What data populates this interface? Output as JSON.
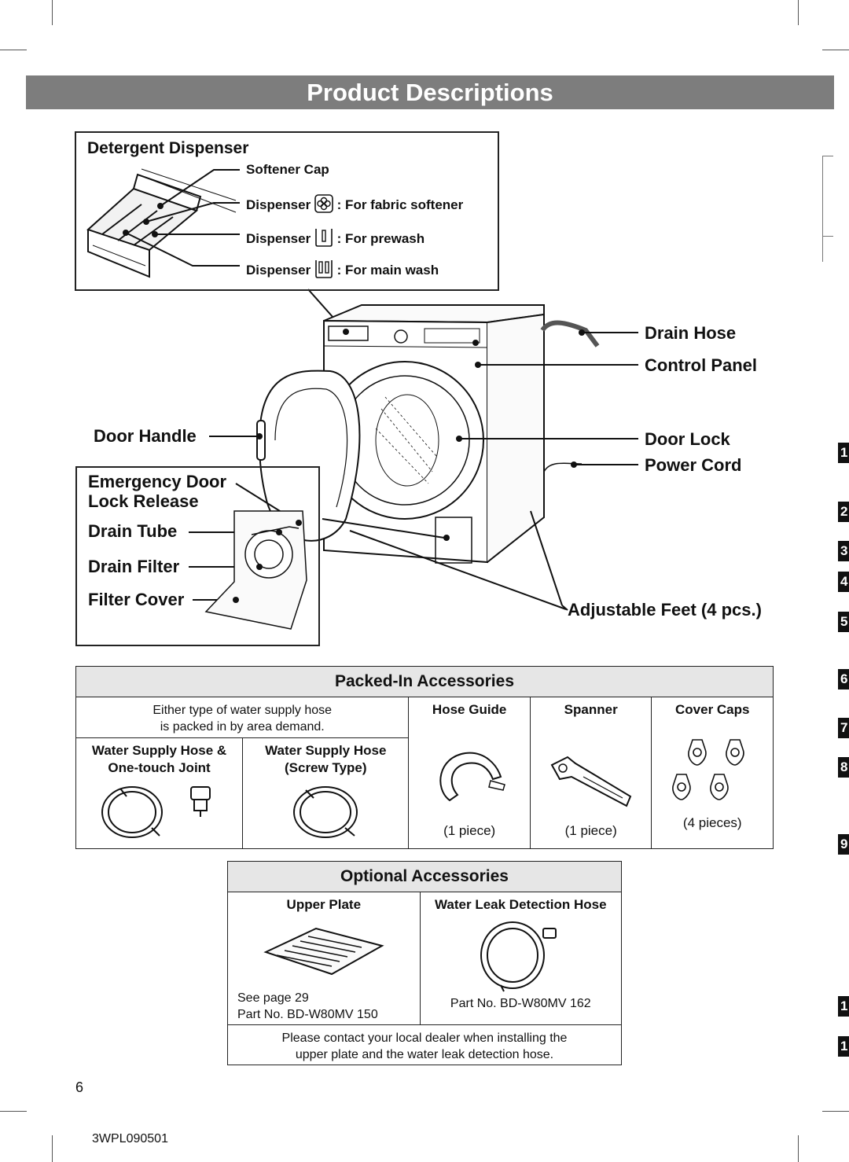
{
  "title": "Product Descriptions",
  "dispenser": {
    "heading": "Detergent Dispenser",
    "softener_cap": "Softener Cap",
    "items": [
      {
        "name": "Dispenser",
        "suffix": ": For fabric softener",
        "icon": "flower-icon"
      },
      {
        "name": "Dispenser",
        "suffix": ": For prewash",
        "icon": "prewash-icon"
      },
      {
        "name": "Dispenser",
        "suffix": ": For main wash",
        "icon": "main-wash-icon"
      }
    ]
  },
  "callouts": {
    "drain_hose": "Drain Hose",
    "control_panel": "Control Panel",
    "door_handle": "Door Handle",
    "door_lock": "Door Lock",
    "power_cord": "Power Cord",
    "adjustable_feet": "Adjustable Feet (4 pcs.)"
  },
  "emergency_box": {
    "line1": "Emergency Door",
    "line2": "Lock Release",
    "drain_tube": "Drain Tube",
    "drain_filter": "Drain Filter",
    "filter_cover": "Filter Cover"
  },
  "packed_in": {
    "heading": "Packed-In Accessories",
    "note_line1": "Either type of water supply hose",
    "note_line2": "is packed in by area demand.",
    "hose1_line1": "Water Supply Hose &",
    "hose1_line2": "One-touch Joint",
    "hose2_line1": "Water Supply Hose",
    "hose2_line2": "(Screw Type)",
    "hose_guide": "Hose Guide",
    "spanner": "Spanner",
    "cover_caps": "Cover Caps",
    "hose_guide_qty": "(1 piece)",
    "spanner_qty": "(1 piece)",
    "cover_caps_qty": "(4 pieces)"
  },
  "optional": {
    "heading": "Optional Accessories",
    "upper_plate": "Upper Plate",
    "leak_hose": "Water Leak Detection Hose",
    "see_page": "See page 29",
    "part1": "Part No. BD-W80MV 150",
    "part2": "Part No. BD-W80MV 162",
    "contact_line1": "Please contact your local dealer when installing the",
    "contact_line2": "upper plate and the water leak detection hose."
  },
  "page_number": "6",
  "doc_code": "3WPL090501",
  "side_tabs": [
    "1",
    "2",
    "3",
    "4",
    "5",
    "6",
    "7",
    "8",
    "9",
    "1",
    "1"
  ]
}
